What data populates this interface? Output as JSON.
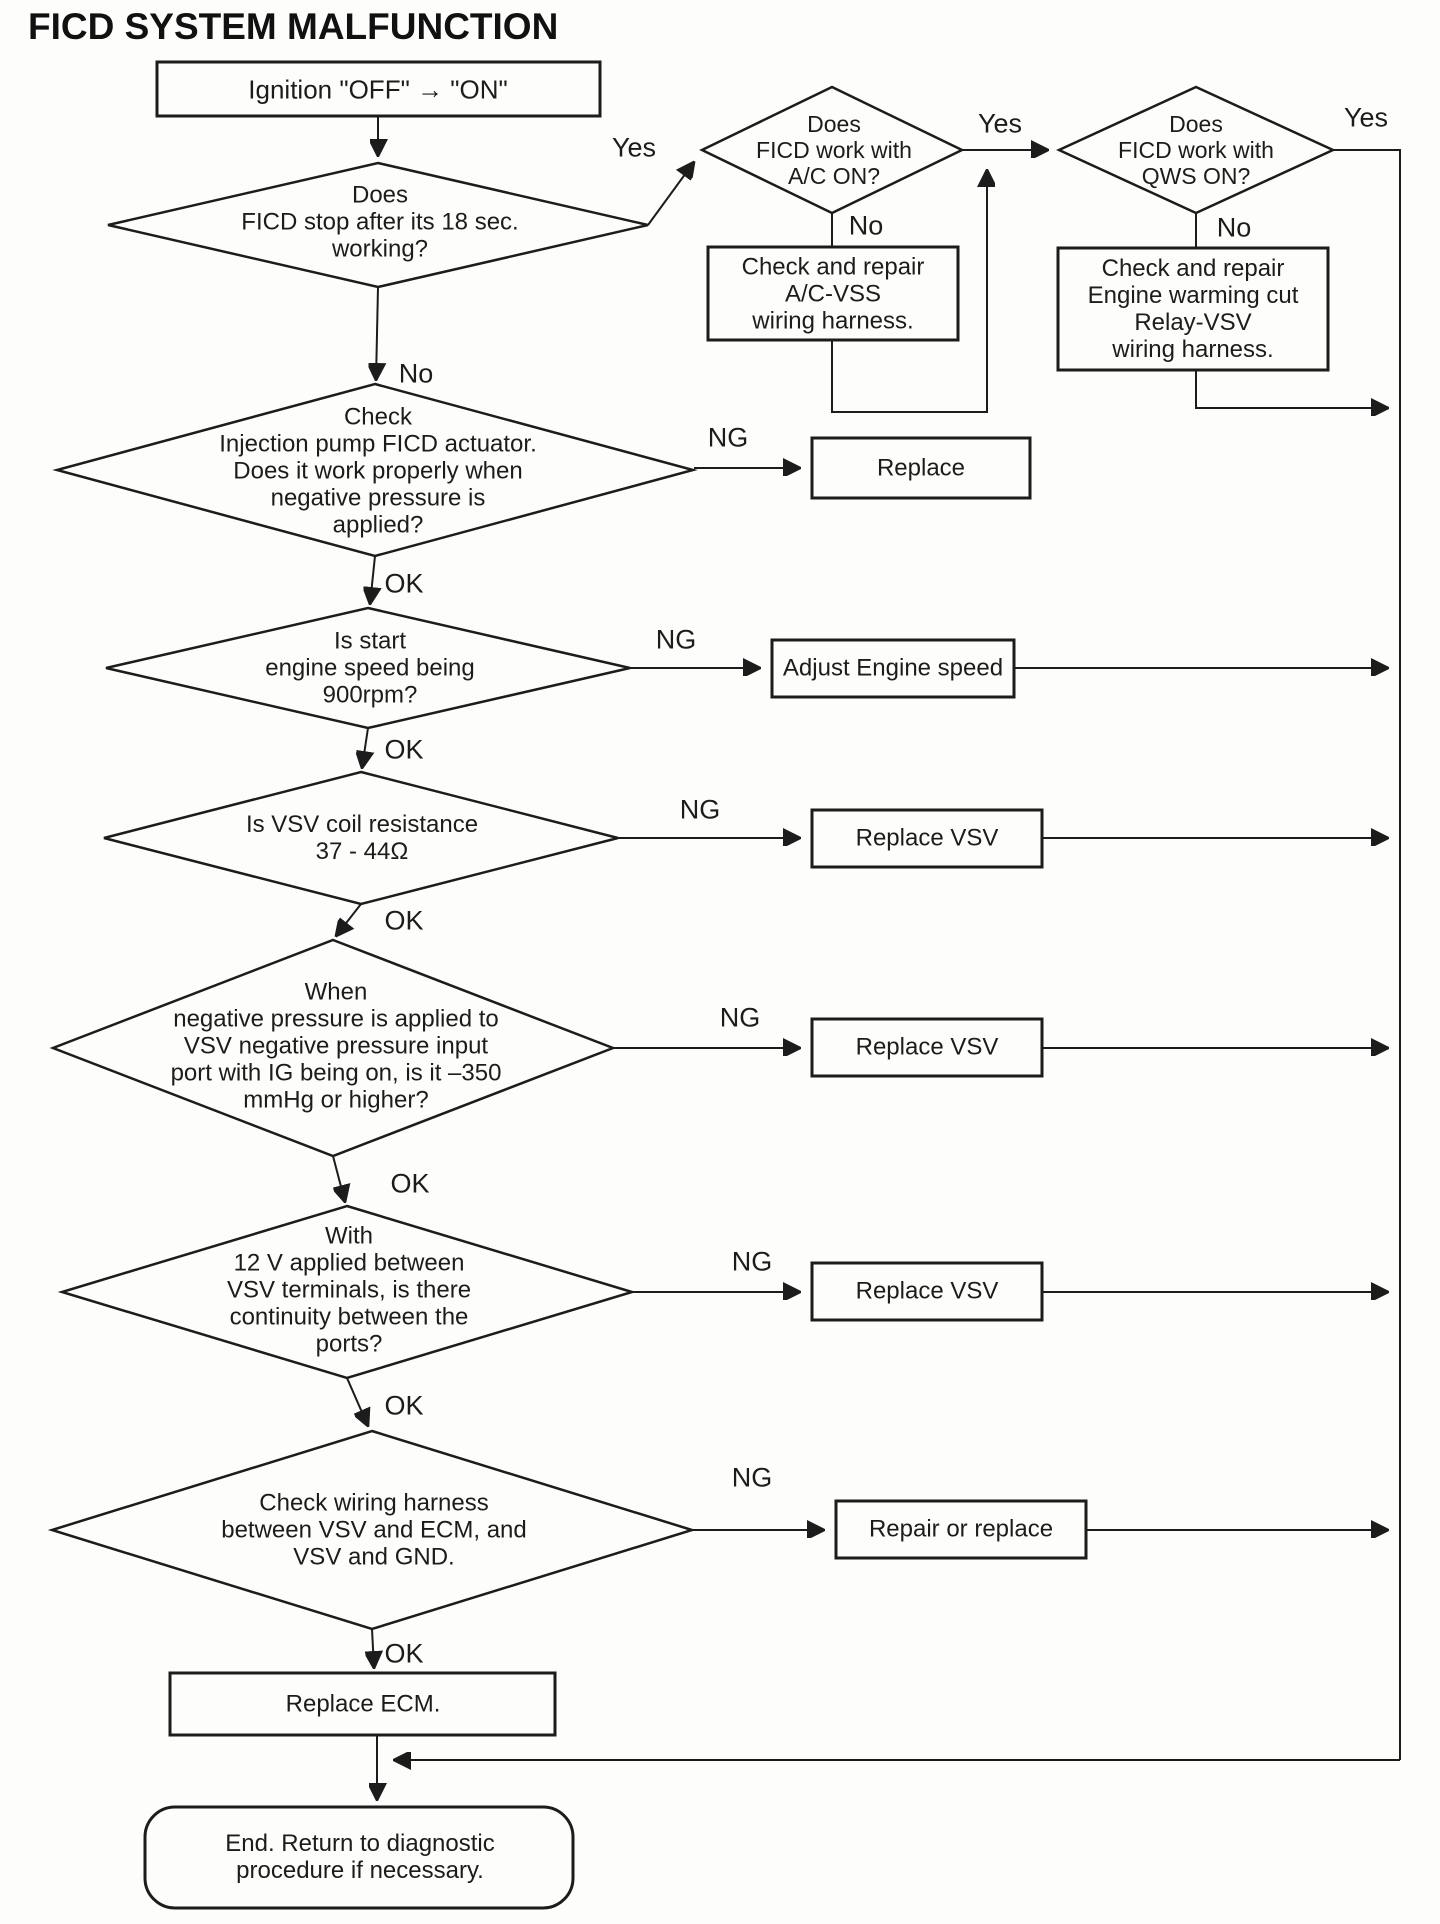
{
  "title": "FICD SYSTEM MALFUNCTION",
  "labels": {
    "yes": "Yes",
    "no": "No",
    "ok": "OK",
    "ng": "NG"
  },
  "nodes": {
    "start": "Ignition \"OFF\" → \"ON\"",
    "d_ficd_stop": "Does\nFICD stop after its 18 sec.\nworking?",
    "d_ac_on": "Does\nFICD work with\nA/C ON?",
    "d_qws_on": "Does\nFICD work with\nQWS ON?",
    "fix_ac_vss": "Check and repair\nA/C-VSS\nwiring harness.",
    "fix_engine_warming": "Check and repair\nEngine warming cut\nRelay-VSV\nwiring harness.",
    "d_injection_pump": "Check\nInjection pump FICD actuator.\nDoes it work properly when\nnegative pressure is\napplied?",
    "replace": "Replace",
    "d_engine_speed": "Is start\nengine speed being\n900rpm?",
    "adjust_engine_speed": "Adjust Engine speed",
    "d_vsv_coil": "Is VSV coil resistance\n37 - 44Ω",
    "replace_vsv": "Replace VSV",
    "d_negative_pressure": "When\nnegative pressure is applied to\nVSV negative pressure input\nport with IG being on, is it –350\nmmHg or higher?",
    "d_continuity": "With\n12 V applied between\nVSV terminals, is there\ncontinuity between the\nports?",
    "d_wiring_harness": "Check wiring harness\nbetween VSV and ECM, and\nVSV and GND.",
    "repair_or_replace": "Repair or replace",
    "replace_ecm": "Replace ECM.",
    "end": "End. Return to diagnostic\nprocedure if necessary."
  },
  "colors": {
    "ink": "#1c1c1c",
    "paper": "#fdfdfb"
  }
}
